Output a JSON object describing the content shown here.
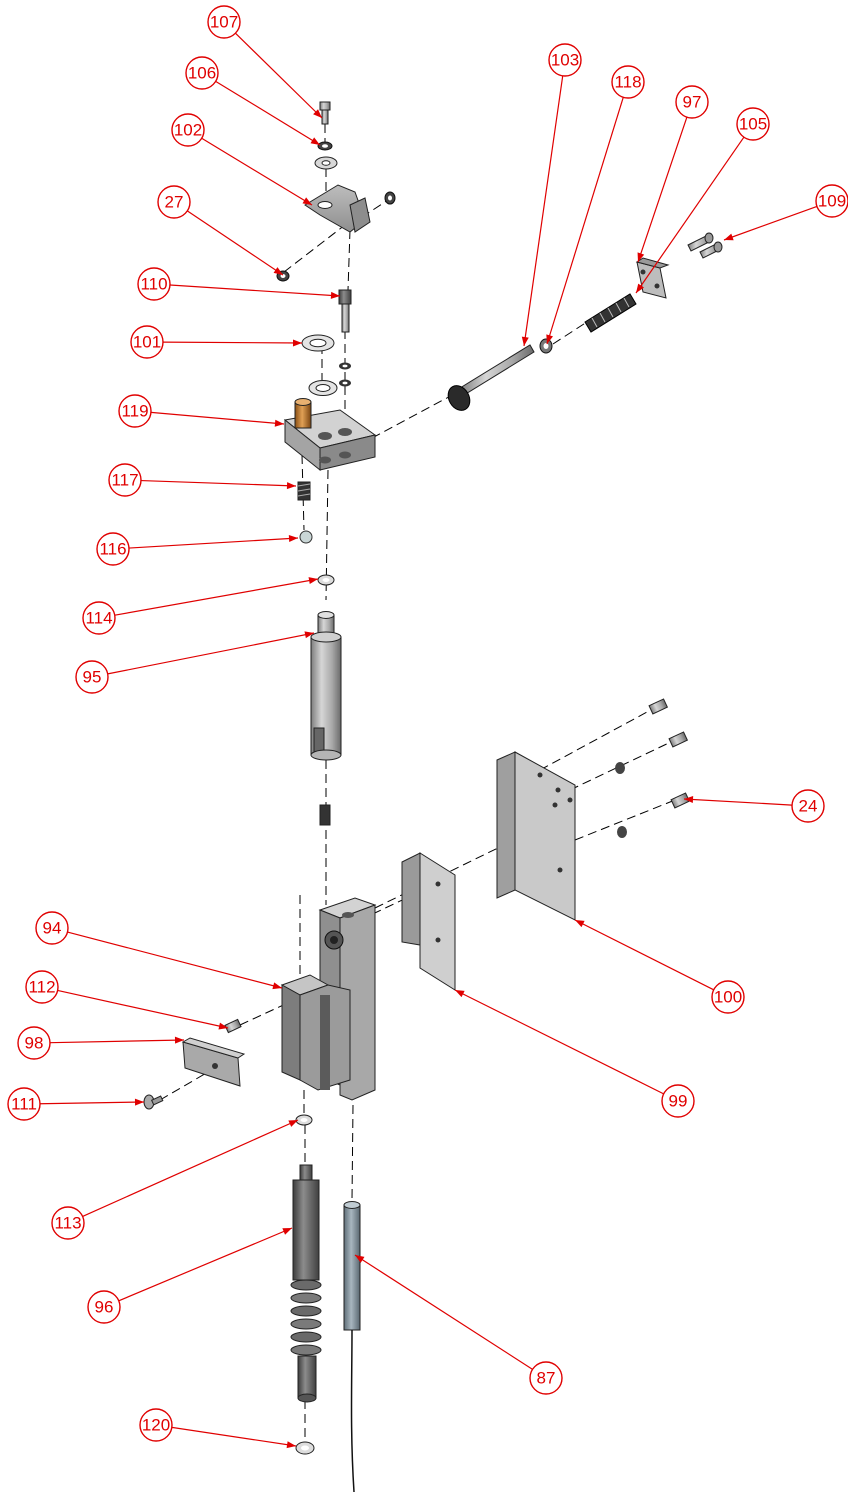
{
  "callouts": [
    {
      "id": "c107",
      "label": "107"
    },
    {
      "id": "c106",
      "label": "106"
    },
    {
      "id": "c102",
      "label": "102"
    },
    {
      "id": "c27",
      "label": "27"
    },
    {
      "id": "c110",
      "label": "110"
    },
    {
      "id": "c101",
      "label": "101"
    },
    {
      "id": "c119",
      "label": "119"
    },
    {
      "id": "c117",
      "label": "117"
    },
    {
      "id": "c116",
      "label": "116"
    },
    {
      "id": "c114",
      "label": "114"
    },
    {
      "id": "c95",
      "label": "95"
    },
    {
      "id": "c103",
      "label": "103"
    },
    {
      "id": "c118",
      "label": "118"
    },
    {
      "id": "c97",
      "label": "97"
    },
    {
      "id": "c105",
      "label": "105"
    },
    {
      "id": "c109",
      "label": "109"
    },
    {
      "id": "c24",
      "label": "24"
    },
    {
      "id": "c100",
      "label": "100"
    },
    {
      "id": "c99",
      "label": "99"
    },
    {
      "id": "c94",
      "label": "94"
    },
    {
      "id": "c112",
      "label": "112"
    },
    {
      "id": "c98",
      "label": "98"
    },
    {
      "id": "c111",
      "label": "111"
    },
    {
      "id": "c113",
      "label": "113"
    },
    {
      "id": "c96",
      "label": "96"
    },
    {
      "id": "c87",
      "label": "87"
    },
    {
      "id": "c120",
      "label": "120"
    }
  ],
  "colors": {
    "callout": "#e00000",
    "metal_light": "#c8c8c8",
    "metal_mid": "#9a9a9a",
    "metal_dark": "#6e6e6e",
    "bronze": "#c07a2a",
    "shaft_blue": "#8a9aa6"
  }
}
